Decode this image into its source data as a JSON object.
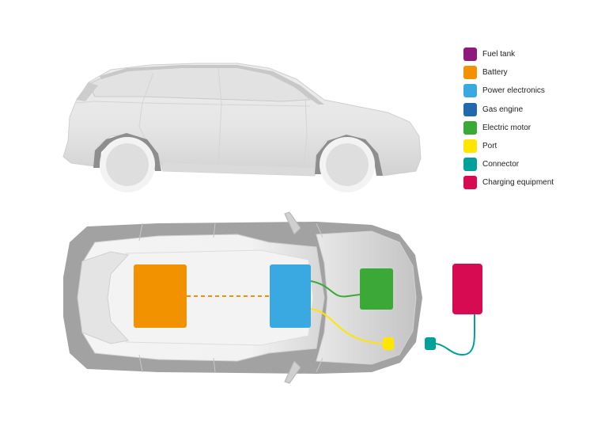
{
  "legend": {
    "items": [
      {
        "label": "Fuel tank",
        "color": "#8e1a7e"
      },
      {
        "label": "Battery",
        "color": "#f39200"
      },
      {
        "label": "Power electronics",
        "color": "#3aa9e1"
      },
      {
        "label": "Gas engine",
        "color": "#2268ad"
      },
      {
        "label": "Electric motor",
        "color": "#3aa935"
      },
      {
        "label": "Port",
        "color": "#ffe500"
      },
      {
        "label": "Connector",
        "color": "#00a19a"
      },
      {
        "label": "Charging equipment",
        "color": "#d60b52"
      }
    ]
  },
  "components": {
    "battery": {
      "color": "#f39200"
    },
    "power_electronics": {
      "color": "#3aa9e1"
    },
    "electric_motor": {
      "color": "#3aa935"
    },
    "port": {
      "color": "#ffe500"
    },
    "connector": {
      "color": "#00a19a"
    },
    "charging_equipment": {
      "color": "#d60b52"
    }
  },
  "colors": {
    "body_light": "#f1f1f1",
    "body_mid": "#dcdcdc",
    "body_dark": "#9c9c9c",
    "outline": "#b9b9b9"
  }
}
